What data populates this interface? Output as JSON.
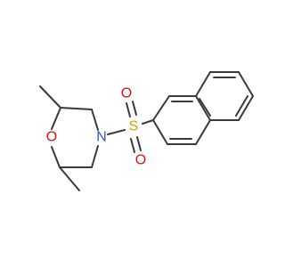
{
  "colors": {
    "background": "#ffffff",
    "bond": "#3a3a3a",
    "nitrogen": "#3050e0",
    "sulfur": "#c8a200",
    "oxygen": "#e01010"
  },
  "atoms": {
    "ring_oxygen": "O",
    "ring_nitrogen": "N",
    "sulfonyl_sulfur": "S",
    "sulfonyl_oxygen_top": "O",
    "sulfonyl_oxygen_bottom": "O"
  }
}
